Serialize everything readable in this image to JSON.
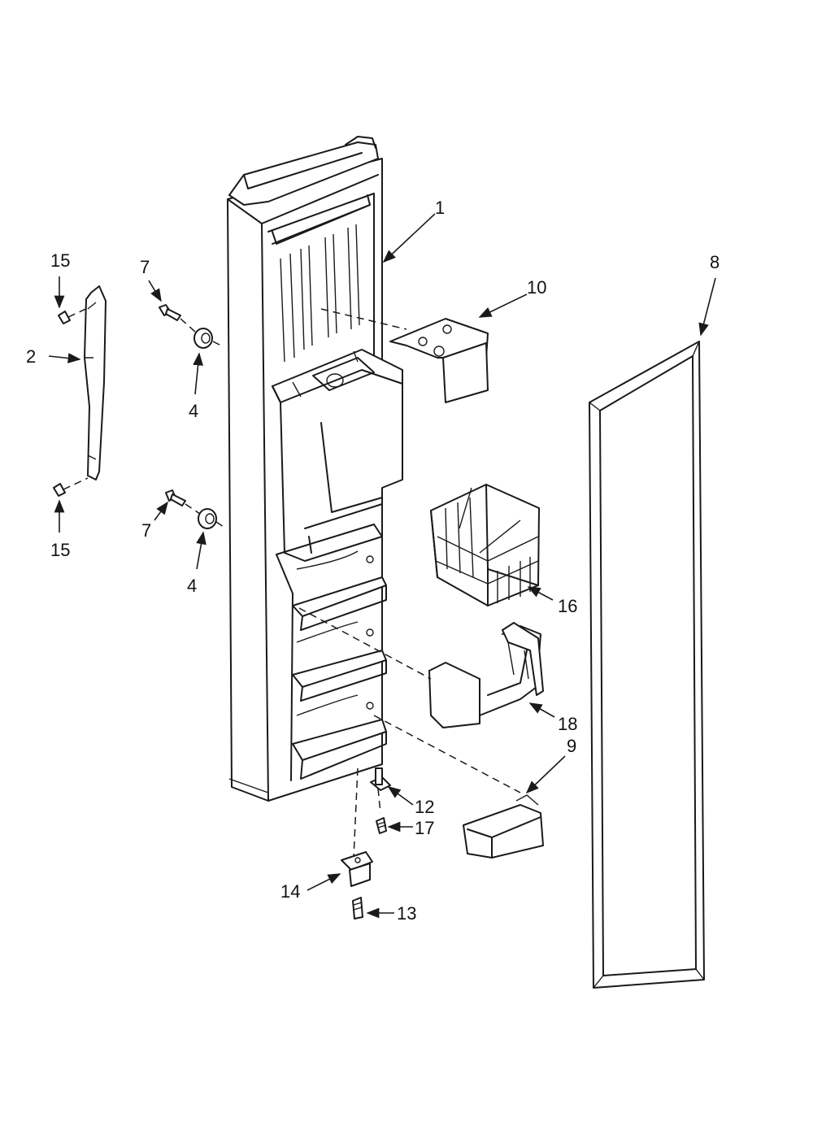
{
  "callouts": {
    "c1": "1",
    "c2": "2",
    "c4a": "4",
    "c4b": "4",
    "c7a": "7",
    "c7b": "7",
    "c8": "8",
    "c9": "9",
    "c10": "10",
    "c12": "12",
    "c13": "13",
    "c14": "14",
    "c15a": "15",
    "c15b": "15",
    "c16": "16",
    "c17": "17",
    "c18": "18"
  },
  "colors": {
    "ink": "#1a1a1a",
    "paper": "#ffffff"
  }
}
